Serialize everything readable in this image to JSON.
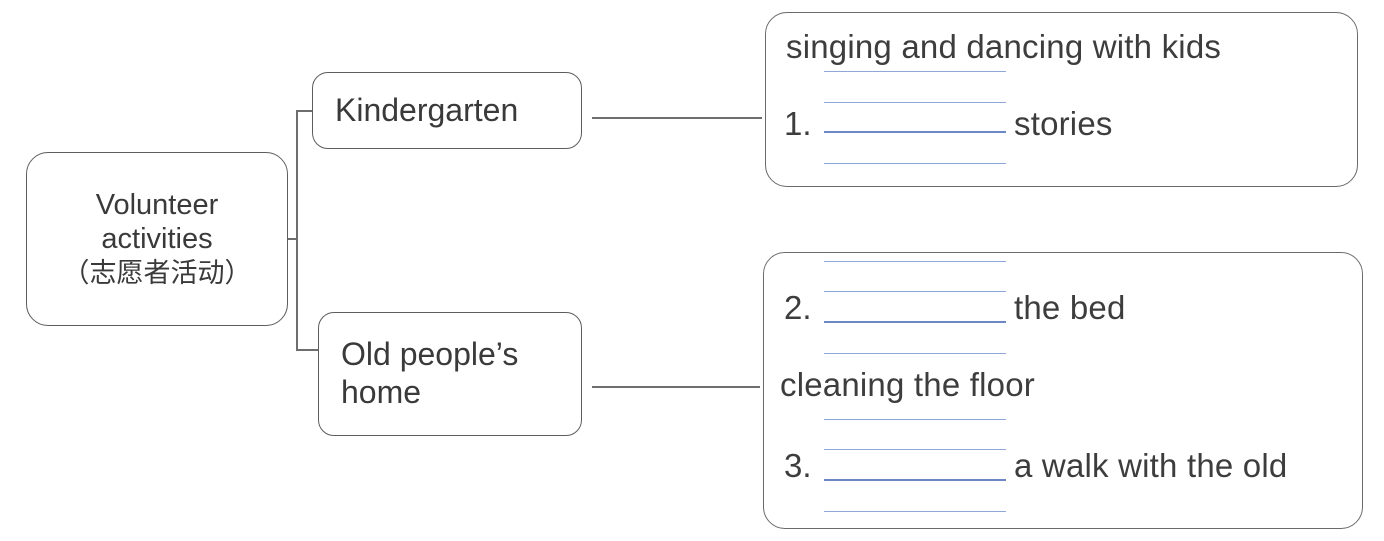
{
  "diagram": {
    "title_node": {
      "line1": "Volunteer",
      "line2": "activities",
      "line3": "（志愿者活动）"
    },
    "branches": [
      {
        "id": "kindergarten",
        "label": "Kindergarten"
      },
      {
        "id": "old-peoples-home",
        "label_line1": "Old people’s",
        "label_line2": "home"
      }
    ],
    "panels": {
      "kindergarten": {
        "line1": "singing and dancing with kids",
        "item_number": "1.",
        "item_blank": "",
        "item_tail": "stories"
      },
      "old_peoples_home": {
        "item2_number": "2.",
        "item2_blank": "",
        "item2_tail": "the bed",
        "middle_line": "cleaning the floor",
        "item3_number": "3.",
        "item3_blank": "",
        "item3_tail": "a walk with the old"
      }
    },
    "colors": {
      "box_border": "#5d5d5d",
      "text": "#3d3d3d",
      "rule_line": "#8fa8d8",
      "rule_line_strong": "#6d87c4",
      "connector": "#6e6e6e",
      "background": "#ffffff"
    }
  }
}
